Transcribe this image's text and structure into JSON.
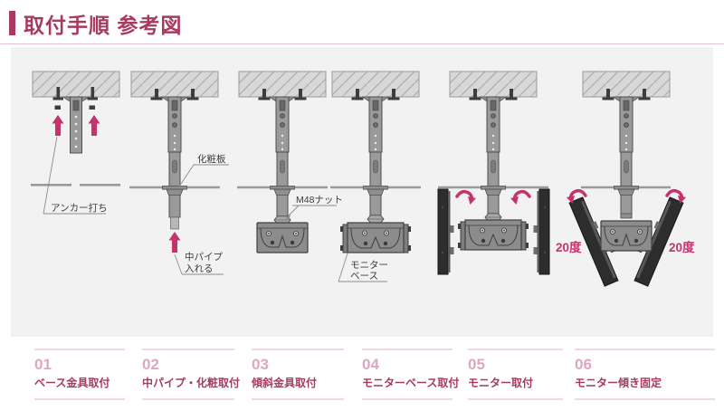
{
  "page": {
    "title": "取付手順 参考図"
  },
  "colors": {
    "accent": "#a73a60",
    "arrow_magenta": "#c5336c",
    "step_number_pink": "#dfa6c1",
    "divider_pink": "#f3d8e2",
    "panel_gray": "#f2f2f3",
    "ceiling_gray": "#d8d8d8",
    "pipe_gray": "#9a9a9a",
    "monitor_dark": "#2d2d2d"
  },
  "annotations": {
    "anchor": "アンカー打ち",
    "keshoban": "化粧板",
    "nakapipe_line1": "中パイプ",
    "nakapipe_line2": "入れる",
    "m48nut": "M48ナット",
    "monitor_base_line1": "モニター",
    "monitor_base_line2": "ベース",
    "deg_left": "20度",
    "deg_right": "20度"
  },
  "steps": [
    {
      "num": "01",
      "label": "ベース金具取付"
    },
    {
      "num": "02",
      "label": "中パイプ・化粧取付"
    },
    {
      "num": "03",
      "label": "傾斜金具取付"
    },
    {
      "num": "04",
      "label": "モニターベース取付"
    },
    {
      "num": "05",
      "label": "モニター取付"
    },
    {
      "num": "06",
      "label": "モニター傾き固定"
    }
  ]
}
